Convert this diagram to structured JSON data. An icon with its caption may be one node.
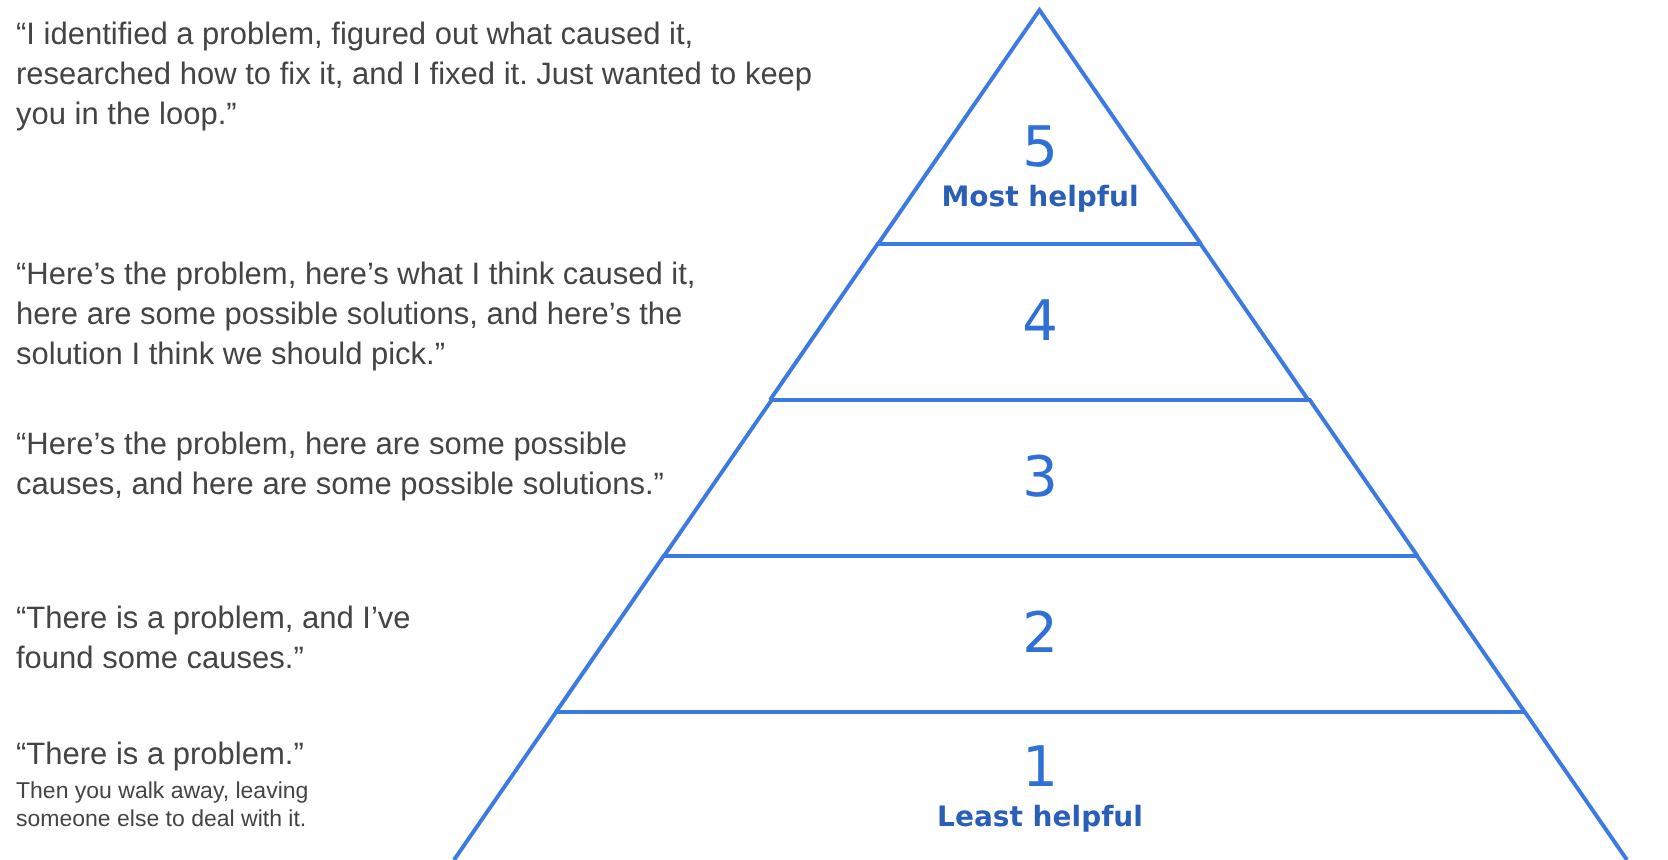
{
  "diagram": {
    "nodes": [
      {
        "text": [
          "5",
          "Most helpful"
        ]
      },
      {
        "text": [
          "4"
        ]
      },
      {
        "text": [
          "3"
        ]
      },
      {
        "text": [
          "2"
        ]
      },
      {
        "text": [
          "1",
          "Least helpful"
        ]
      }
    ],
    "labels": [
      "“I identified a problem, figured out what caused it, researched how to fix it, and I fixed it. Just wanted to keep you in the loop.”",
      "“Here’s the problem, here’s what I think caused it, here are some possible solutions, and here’s the solution I think we should pick.”",
      "“Here’s the problem, here are some possible causes, and here are some possible solutions.”",
      "“There is a problem, and I’ve found some causes.”",
      "“There is a problem.”",
      "Then you walk away, leaving someone else to deal with it."
    ]
  }
}
